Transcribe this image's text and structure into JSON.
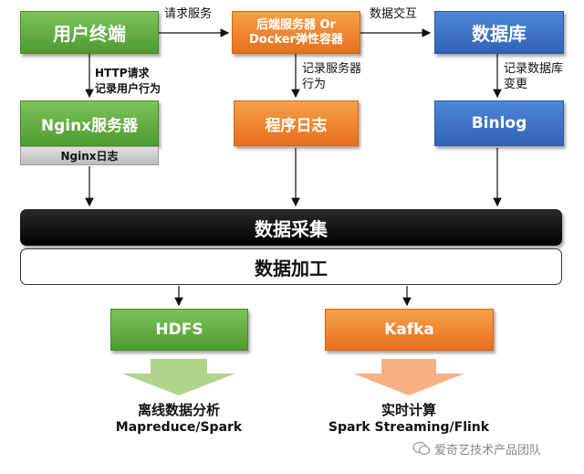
{
  "colors": {
    "green": "#5aa83a",
    "orange": "#ee7f2d",
    "blue": "#3a70c8",
    "black_bar": "#0b0b0b",
    "arrow_green": "#a6cf7d",
    "arrow_orange": "#f6a878"
  },
  "nodes": {
    "user_terminal": "用户终端",
    "backend_servers": "后端服务器 Or\nDocker弹性容器",
    "database": "数据库",
    "nginx_server": "Nginx服务器",
    "nginx_log": "Nginx日志",
    "program_log": "程序日志",
    "binlog": "Binlog",
    "data_collection": "数据采集",
    "data_processing": "数据加工",
    "hdfs": "HDFS",
    "kafka": "Kafka"
  },
  "edge_labels": {
    "request_service": "请求服务",
    "data_exchange": "数据交互",
    "http_request": "HTTP请求",
    "record_user_behavior": "记录用户行为",
    "record_server_behavior_1": "记录服务器",
    "record_server_behavior_2": "行为",
    "record_db_change_1": "记录数据库",
    "record_db_change_2": "变更"
  },
  "outputs": {
    "offline_title": "离线数据分析",
    "offline_tools": "Mapreduce/Spark",
    "realtime_title": "实时计算",
    "realtime_tools": "Spark Streaming/Flink"
  },
  "watermark": "爱奇艺技术产品团队",
  "icons": {
    "watermark_icon": "wechat-icon"
  }
}
